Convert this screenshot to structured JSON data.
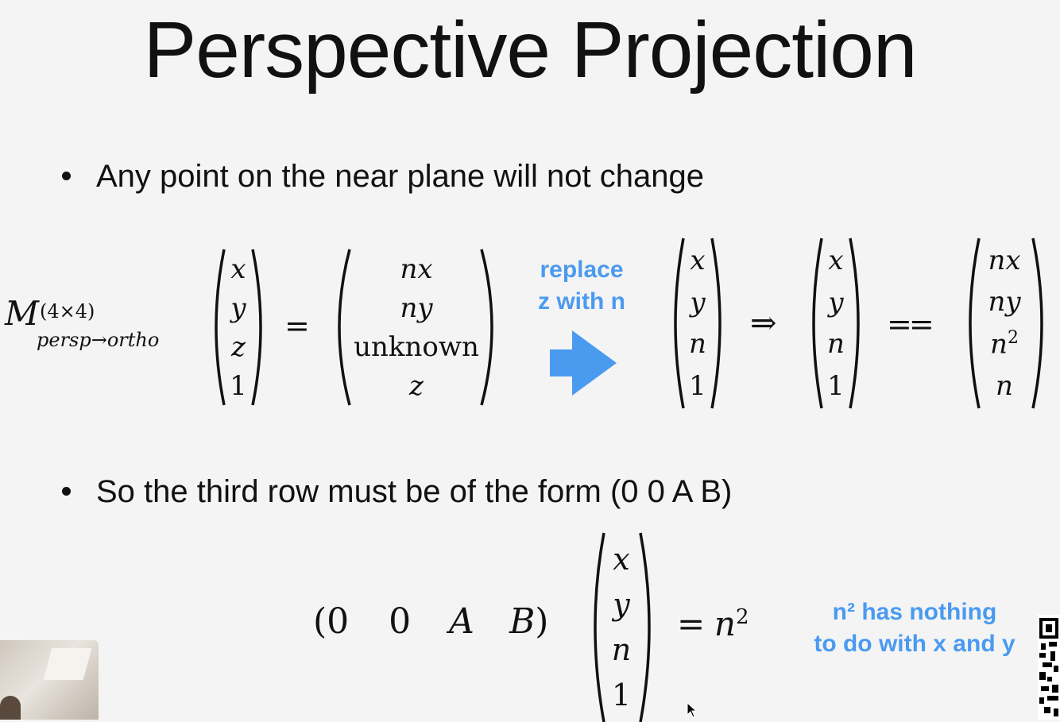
{
  "title": "Perspective Projection",
  "bullets": [
    "Any point on the near plane will not change",
    "So the third row must be of the form (0 0 A B)"
  ],
  "equation1": {
    "matrix_name": "M",
    "superscript": "(4×4)",
    "subscript": "persp→ortho",
    "input_vector": [
      "x",
      "y",
      "z",
      "1"
    ],
    "equals": "=",
    "result_vector": [
      "nx",
      "ny",
      "unknown",
      "z"
    ],
    "arrow_annotation": [
      "replace",
      "z with n"
    ],
    "substituted_vector": [
      "x",
      "y",
      "n",
      "1"
    ],
    "implies": "⇒",
    "point_vector": [
      "x",
      "y",
      "n",
      "1"
    ],
    "double_equals": "==",
    "scaled_vector": [
      "nx",
      "ny",
      "n",
      "n"
    ],
    "scaled_exponent": "2"
  },
  "equation2": {
    "row_open": "(",
    "row_entries": [
      "0",
      "0",
      "A",
      "B"
    ],
    "row_close": ")",
    "vector": [
      "x",
      "y",
      "n",
      "1"
    ],
    "rhs_equals": "=",
    "rhs_base": "n",
    "rhs_exponent": "2",
    "note": [
      "n² has nothing",
      "to do with x and y"
    ]
  },
  "colors": {
    "accent": "#4a9af0",
    "text": "#111111",
    "background": "#f4f4f4"
  },
  "icons": [
    "blue-right-arrow-icon",
    "qr-code-icon",
    "cursor-icon"
  ]
}
